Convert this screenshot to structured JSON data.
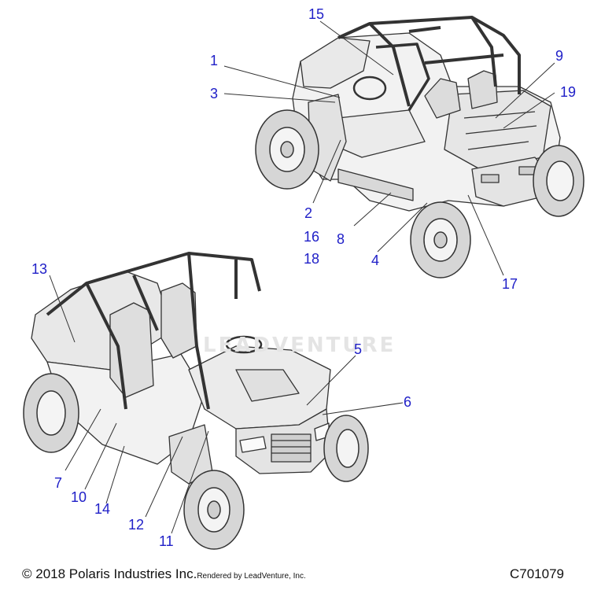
{
  "callouts": [
    {
      "id": "1",
      "label": "1"
    },
    {
      "id": "2",
      "label": "2"
    },
    {
      "id": "3",
      "label": "3"
    },
    {
      "id": "4",
      "label": "4"
    },
    {
      "id": "5",
      "label": "5"
    },
    {
      "id": "6",
      "label": "6"
    },
    {
      "id": "7",
      "label": "7"
    },
    {
      "id": "8",
      "label": "8"
    },
    {
      "id": "9",
      "label": "9"
    },
    {
      "id": "10",
      "label": "10"
    },
    {
      "id": "11",
      "label": "11"
    },
    {
      "id": "12",
      "label": "12"
    },
    {
      "id": "13",
      "label": "13"
    },
    {
      "id": "14",
      "label": "14"
    },
    {
      "id": "15",
      "label": "15"
    },
    {
      "id": "16",
      "label": "16"
    },
    {
      "id": "17",
      "label": "17"
    },
    {
      "id": "18",
      "label": "18"
    },
    {
      "id": "19",
      "label": "19"
    }
  ],
  "footer": {
    "copyright": "© 2018 Polaris Industries Inc.",
    "rendered_by": "Rendered by LeadVenture, Inc.",
    "part_code": "C701079"
  },
  "watermark": "LEADVENTURE",
  "colors": {
    "callout": "#2020c8",
    "line": "#333333"
  }
}
